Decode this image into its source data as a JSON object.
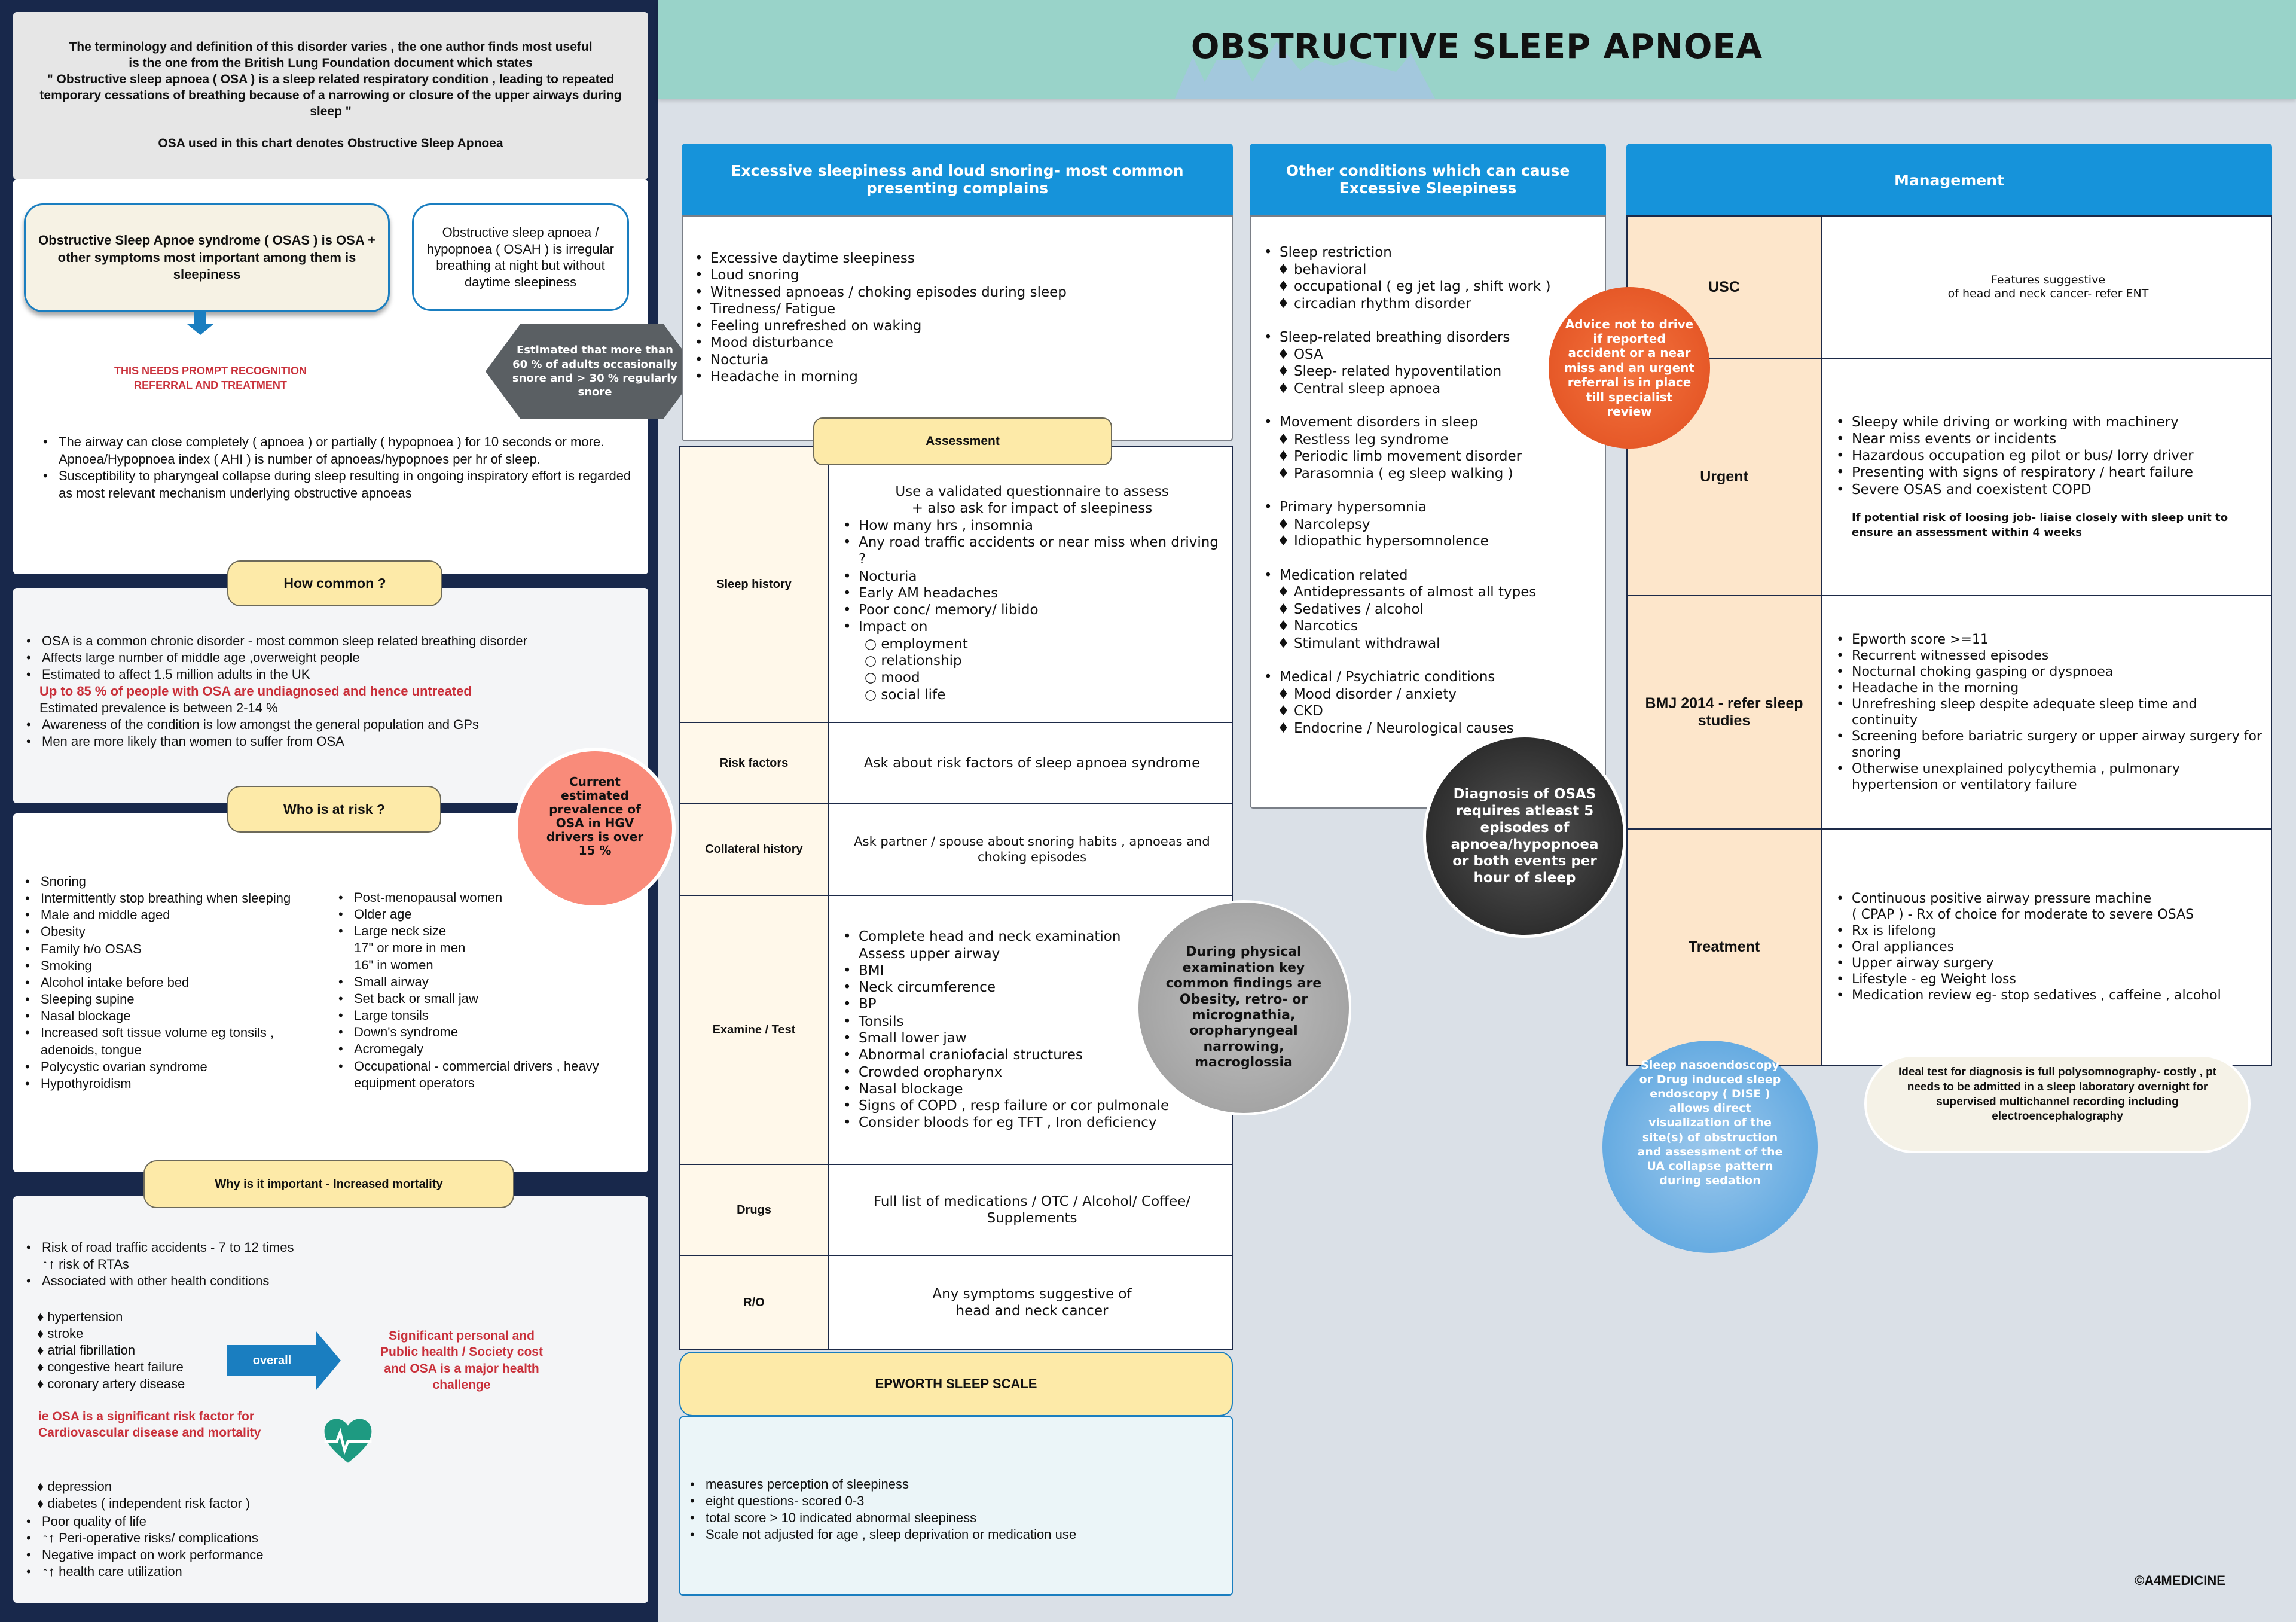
{
  "title": "OBSTRUCTIVE SLEEP APNOEA",
  "colors": {
    "left_panel": "#18284b",
    "header": "#99d3c9",
    "section_header_blue": "#1693da",
    "tab_yellow": "#fdeaa8",
    "highlight_red": "#c9303a",
    "background": "#dae0e7"
  },
  "definition": {
    "lines": [
      "The terminology and definition of this disorder varies , the one author finds most useful",
      "is the one from the British Lung Foundation document which states",
      "\" Obstructive sleep apnoea ( OSA ) is a sleep related respiratory condition , leading to repeated temporary cessations of breathing because of a narrowing or closure of the upper airways during sleep \""
    ],
    "note": "OSA  used in this chart denotes Obstructive Sleep Apnoea"
  },
  "osas_box": "Obstructive Sleep Apnoe syndrome ( OSAS ) is OSA + other symptoms most important among them is sleepiness",
  "osah_box": "Obstructive sleep apnoea / hypopnoea ( OSAH ) is irregular breathing at night but without daytime sleepiness",
  "prompt_recognition": [
    "THIS NEEDS PROMPT RECOGNITION",
    "REFERRAL AND TREATMENT"
  ],
  "snore_callout": "Estimated that more than 60 % of adults occasionally snore and > 30 % regularly snore",
  "mechanism_points": [
    "The airway can close completely ( apnoea ) or partially ( hypopnoea ) for 10 seconds or more. Apnoea/Hypopnoea index ( AHI ) is number of apnoeas/hypopnoes per hr of sleep.",
    "Susceptibility to pharyngeal collapse during sleep resulting in ongoing inspiratory effort is regarded as most relevant mechanism underlying obstructive apnoeas"
  ],
  "how_common": {
    "title": "How common ?",
    "items": [
      "OSA is a common chronic disorder - most common sleep related breathing disorder",
      "Affects large number of middle age ,overweight people",
      "Estimated to affect 1.5 million adults in the UK"
    ],
    "highlight": "Up to 85 % of people with OSA are undiagnosed and hence untreated",
    "prevalence": "Estimated prevalence is between 2-14 %",
    "items2": [
      "Awareness of the condition is low amongst the general population and GPs",
      "Men are more likely than women to suffer from OSA"
    ]
  },
  "hgv_callout": "Current estimated prevalence of OSA in HGV drivers is over 15 %",
  "who_at_risk": {
    "title": "Who is at risk ?",
    "col1": [
      "Snoring",
      "Intermittently stop breathing when sleeping",
      "Male and middle aged",
      "Obesity",
      "Family h/o OSAS",
      "Smoking",
      "Alcohol intake before bed",
      "Sleeping supine",
      "Nasal blockage",
      "Increased soft tissue volume eg tonsils , adenoids, tongue",
      "Polycystic ovarian syndrome",
      "Hypothyroidism"
    ],
    "col2": [
      "Post-menopausal women",
      "Older age",
      "Large neck size",
      "Small airway",
      "Set back or small jaw",
      "Large tonsils",
      "Down's syndrome",
      "Acromegaly",
      "Occupational - commercial drivers , heavy equipment operators"
    ],
    "neck_men": "17\" or more in men",
    "neck_women": "16\" in women"
  },
  "importance": {
    "title": "Why is it important - Increased mortality",
    "rta": "Risk of road traffic accidents - 7 to 12 times",
    "rta_sub": "↑↑ risk of RTAs",
    "associated": "Associated with other health conditions",
    "conditions": [
      "hypertension",
      "stroke",
      "atrial fibrillation",
      "congestive heart failure",
      "coronary artery disease"
    ],
    "arrow_label": "overall",
    "overall_text": "Significant personal and Public health / Society  cost and OSA is a major health challenge",
    "cv_risk": "ie OSA is a significant risk factor for Cardiovascular disease and mortality",
    "conditions2": [
      "depression",
      "diabetes ( independent risk factor )"
    ],
    "items": [
      "Poor quality of life",
      "↑↑ Peri-operative risks/ complications",
      "Negative impact on work performance",
      "↑↑ health care utilization"
    ]
  },
  "presenting": {
    "header": "Excessive sleepiness and loud snoring- most common presenting complains",
    "items": [
      "Excessive daytime sleepiness",
      "Loud snoring",
      "Witnessed apnoeas / choking episodes during sleep",
      "Tiredness/ Fatigue",
      "Feeling unrefreshed on waking",
      "Mood disturbance",
      "Nocturia",
      "Headache in morning"
    ]
  },
  "assessment": {
    "title": "Assessment",
    "sleep_history": {
      "label": "Sleep history",
      "intro1": "Use a validated questionnaire to assess",
      "intro2": "+ also ask for impact of sleepiness",
      "items": [
        "How many hrs , insomnia",
        "Any road traffic accidents or near miss when driving ?",
        "Nocturia",
        "Early AM headaches",
        "Poor conc/ memory/ libido",
        "Impact on"
      ],
      "impact": [
        "employment",
        "relationship",
        "mood",
        "social life"
      ]
    },
    "risk_factors": {
      "label": "Risk factors",
      "text": "Ask about risk factors of sleep apnoea syndrome"
    },
    "collateral": {
      "label": "Collateral history",
      "text": "Ask partner / spouse about snoring habits , apnoeas and choking episodes"
    },
    "examine": {
      "label": "Examine / Test",
      "first": "Complete head and neck examination",
      "first_sub": "Assess upper airway",
      "items": [
        "BMI",
        "Neck circumference",
        "BP",
        "Tonsils",
        "Small lower jaw",
        "Abnormal craniofacial structures",
        "Crowded oropharynx",
        "Nasal blockage",
        "Signs of COPD , resp failure or cor pulmonale",
        "Consider bloods for eg TFT , Iron deficiency"
      ]
    },
    "drugs": {
      "label": "Drugs",
      "text": "Full list of medications / OTC / Alcohol/ Coffee/ Supplements"
    },
    "ro": {
      "label": "R/O",
      "text1": "Any symptoms suggestive of",
      "text2": "head and neck cancer"
    }
  },
  "exam_callout": "During  physical examination key common findings are Obesity, retro- or micrognathia, oropharyngeal narrowing, macroglossia",
  "epworth": {
    "title": "EPWORTH SLEEP SCALE",
    "items": [
      "measures perception of sleepiness",
      "eight questions- scored 0-3",
      "total score > 10 indicated abnormal sleepiness",
      "Scale not adjusted for age ,  sleep deprivation or medication use"
    ]
  },
  "other_conditions": {
    "header": "Other conditions which can cause Excessive Sleepiness",
    "groups": [
      {
        "title": "Sleep restriction",
        "items": [
          "behavioral",
          "occupational ( eg jet lag , shift work )",
          "circadian rhythm disorder"
        ]
      },
      {
        "title": "Sleep-related breathing disorders",
        "items": [
          "OSA",
          "Sleep- related hypoventilation",
          "Central sleep apnoea"
        ]
      },
      {
        "title": "Movement disorders in sleep",
        "items": [
          "Restless leg syndrome",
          "Periodic limb movement disorder",
          "Parasomnia ( eg sleep walking )"
        ]
      },
      {
        "title": "Primary hypersomnia",
        "items": [
          "Narcolepsy",
          "Idiopathic hypersomnolence"
        ]
      },
      {
        "title": "Medication related",
        "items": [
          "Antidepressants of almost all types",
          "Sedatives / alcohol",
          "Narcotics",
          "Stimulant withdrawal"
        ]
      },
      {
        "title": "Medical / Psychiatric conditions",
        "items": [
          "Mood disorder / anxiety",
          "CKD",
          "Endocrine / Neurological causes"
        ]
      }
    ]
  },
  "driving_callout": "Advice not to drive if reported accident or a near miss and an urgent referral is in place till specialist review",
  "diagnosis_callout": "Diagnosis of OSAS requires atleast 5 episodes of apnoea/hypopnoea or both events per hour of sleep",
  "management": {
    "header": "Management",
    "usc": {
      "label": "USC",
      "text1": "Features suggestive",
      "text2": "of head and neck cancer- refer ENT"
    },
    "urgent": {
      "label": "Urgent",
      "items": [
        "Sleepy while driving or working with machinery",
        "Near miss events or incidents",
        "Hazardous occupation eg pilot or bus/ lorry driver",
        "Presenting with signs of respiratory / heart failure",
        "Severe OSAS and coexistent COPD"
      ],
      "note": "If potential risk of loosing job- liaise closely with sleep unit to ensure an assessment within 4 weeks"
    },
    "bmj": {
      "label": "BMJ 2014 - refer sleep studies",
      "items": [
        "Epworth score >=11",
        "Recurrent witnessed episodes",
        "Nocturnal choking gasping or dyspnoea",
        "Headache in the morning",
        "Unrefreshing sleep despite adequate sleep time and continuity",
        "Screening before bariatric surgery or upper airway surgery for snoring",
        "Otherwise unexplained polycythemia , pulmonary hypertension or ventilatory failure"
      ]
    },
    "treatment": {
      "label": "Treatment",
      "first": "Continuous positive airway pressure machine",
      "first_sub": "( CPAP ) - Rx of choice for moderate to severe OSAS",
      "items": [
        "Rx is lifelong",
        "Oral appliances",
        "Upper airway surgery",
        "Lifestyle - eg Weight loss",
        "Medication review eg- stop sedatives , caffeine , alcohol"
      ]
    }
  },
  "dise_callout": "Sleep nasoendoscopy or Drug induced sleep endoscopy ( DISE ) allows direct visualization of the site(s) of obstruction and assessment of the UA collapse pattern during sedation",
  "psg_callout": "Ideal test for diagnosis is full polysomnography- costly , pt needs to be admitted in a sleep laboratory overnight for supervised multichannel recording including electroencephalography",
  "copyright": "©A4MEDICINE"
}
